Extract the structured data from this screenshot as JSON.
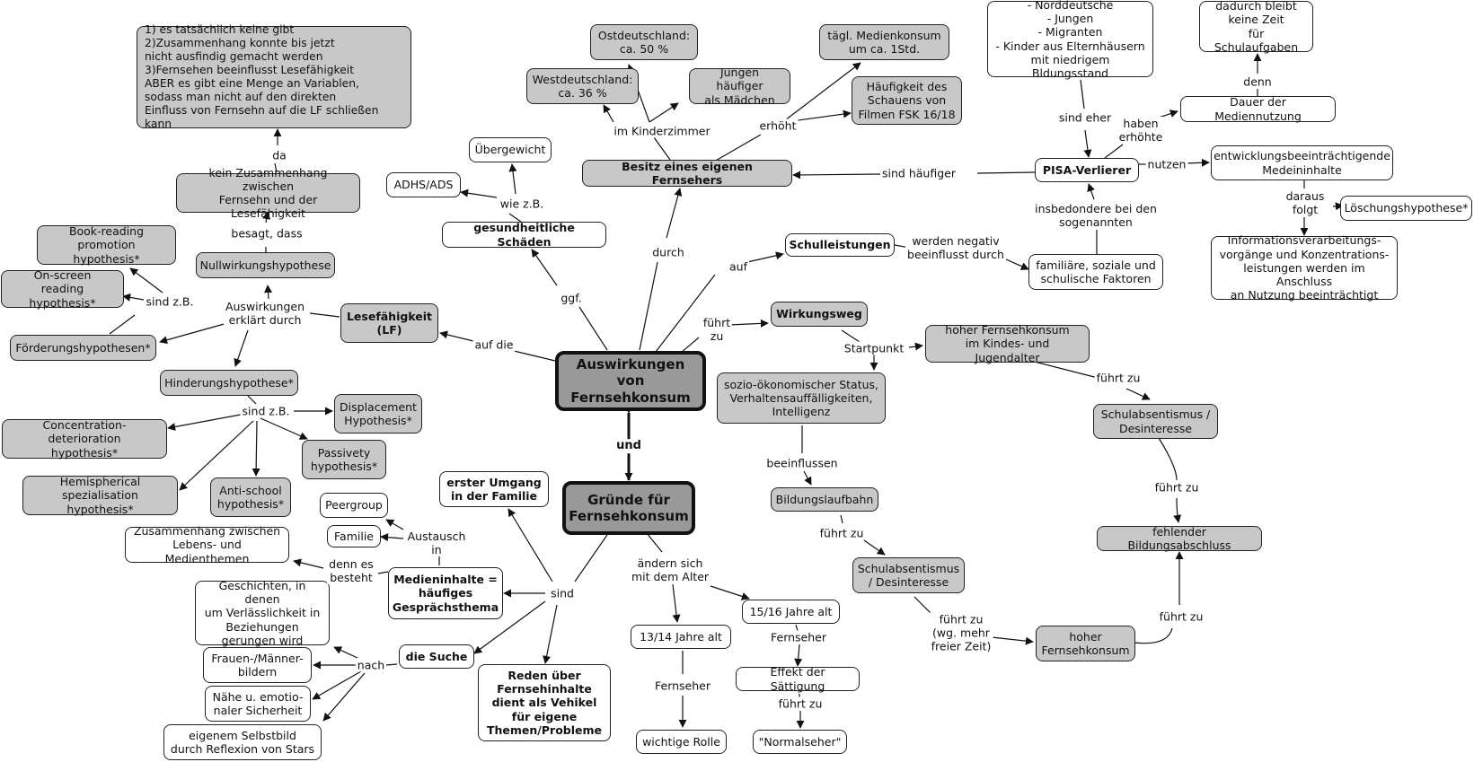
{
  "nodes": {
    "auswirkungen": "Auswirkungen von\nFernsehkonsum",
    "gruende": "Gründe für\nFernsehkonsum",
    "lesefaehigkeit": "Lesefähigkeit\n(LF)",
    "gesundheit": "gesundheitliche Schäden",
    "besitz": "Besitz eines eigenen Fernsehers",
    "schulleistungen": "Schulleistungen",
    "wirkungsweg": "Wirkungsweg",
    "uebergewicht": "Übergewicht",
    "adhs": "ADHS/ADS",
    "gruende_list": "1) es tatsächlich keine gibt\n2)Zusammenhang konnte bis jetzt\nnicht ausfindig gemacht werden\n3)Fernsehen beeinflusst Lesefähigkeit\nABER es gibt eine Menge an Variablen,\nsodass man nicht auf den direkten\nEinfluss von Fernsehn auf die LF schließen kann",
    "kein_zusammenhang": "kein Zusammenhang zwischen\nFernsehn und der Lesefähigkeit",
    "nullwirkung": "Nullwirkungshypothese",
    "book_reading": "Book-reading\npromotion hypothesis*",
    "on_screen": "On-screen\nreading hypothesis*",
    "foerderung": "Förderungshypothesen*",
    "hinderung": "Hinderungshypothese*",
    "concentration": "Concentration-deterioration\nhypothesis*",
    "displacement": "Displacement\nHypothesis*",
    "passivity": "Passivety\nhypothesis*",
    "hemispherical": "Hemispherical\nspezialisation hypothesis*",
    "anti_school": "Anti-school\nhypothesis*",
    "ostdeutschland": "Ostdeutschland:\nca. 50 %",
    "westdeutschland": "Westdeutschland:\nca. 36 %",
    "jungen": "Jungen häufiger\nals Mädchen",
    "medienkonsum": "tägl. Medienkonsum\num ca. 1Std.",
    "fsk": "Häufigkeit des\nSchauens von\nFilmen FSK 16/18",
    "gruppen": "- Norddeutsche\n- Jungen\n- Migranten\n- Kinder aus Elternhäusern\nmit niedrigem Bldungsstand",
    "keine_zeit": "dadurch bleibt\nkeine Zeit\nfür Schulaufgaben",
    "dauer": "Dauer der Mediennutzung",
    "pisa": "PISA-Verlierer",
    "entwicklung": "entwicklungsbeeinträchtigende\nMedeininhalte",
    "loeschung": "Löschungshypothese*",
    "informationsverarbeitung": "Informationsverarbeitungs-\nvorgänge und Konzentrations-\nleistungen werden im Anschluss\nan Nutzung beeinträchtigt",
    "familiaere": "familiäre, soziale und\nschulische Faktoren",
    "hoher_konsum_jung": "hoher Fernsehkonsum\nim Kindes- und Jugendalter",
    "sozio": "sozio-ökonomischer Status,\nVerhaltensauffälligkeiten,\nIntelligenz",
    "schulabsentismus1": "Schulabsentismus /\nDesinteresse",
    "fehlender": "fehlender Bildungsabschluss",
    "bildungslaufbahn": "Bildungslaufbahn",
    "schulabsentismus2": "Schulabsentismus\n/ Desinteresse",
    "hoher_konsum": "hoher\nFernsehkonsum",
    "erster_umgang": "erster Umgang\nin der Familie",
    "peergroup": "Peergroup",
    "familie": "Familie",
    "zusammenhang_themen": "Zusammenhang zwischen\nLebens- und Medienthemen",
    "medieninhalte": "Medieninhalte =\nhäufiges\nGesprächsthema",
    "geschichten": "Geschichten, in denen\num Verlässlichkeit in\nBeziehungen\ngerungen wird",
    "suche": "die Suche",
    "frauen": "Frauen-/Männer-\nbildern",
    "naehe": "Nähe u. emotio-\nnaler Sicherheit",
    "selbstbild": "eigenem Selbstbild\ndurch Reflexion von Stars",
    "reden": "Reden über\nFernsehinhalte\ndient als Vehikel\nfür eigene\nThemen/Probleme",
    "alter1314": "13/14 Jahre alt",
    "alter1516": "15/16 Jahre alt",
    "wichtige_rolle": "wichtige Rolle",
    "saettigung": "Effekt der Sättigung",
    "normalseher": "\"Normalseher\""
  },
  "labels": {
    "und": "und",
    "auf_die": "auf die",
    "ggf": "ggf.",
    "durch": "durch",
    "auf": "auf",
    "fuehrt_zu_main": "führt\nzu",
    "wie_zb": "wie z.B.",
    "da": "da",
    "besagt_dass": "besagt, dass",
    "auswirkungen_erklaert": "Auswirkungen\nerklärt durch",
    "sind_zb_foerderung": "sind z.B.",
    "sind_zb_hinderung": "sind z.B.",
    "im_kinderzimmer": "im Kinderzimmer",
    "erhoeht": "erhöht",
    "sind_haeufiger": "sind häufiger",
    "sind_eher": "sind eher",
    "haben_erhoehte": "haben\nerhöhte",
    "denn": "denn",
    "nutzen": "nutzen",
    "daraus_folgt": "daraus\nfolgt",
    "insbesondere": "insbedondere  bei den\nsogenannten",
    "werden_negativ": "werden negativ\nbeeinflusst durch",
    "startpunkt": "Startpunkt",
    "fuehrt_zu_a": "führt zu",
    "fuehrt_zu_b": "führt zu",
    "beeinflussen": "beeinflussen",
    "fuehrt_zu_c": "führt zu",
    "fuehrt_zu_wg": "führt zu\n(wg. mehr\nfreier Zeit)",
    "fuehrt_zu_d": "führt zu",
    "aendern_sich": "ändern sich\nmit dem Alter",
    "fernseher_a": "Fernseher",
    "fernseher_b": "Fernseher",
    "fuehrt_zu_e": "führt zu",
    "sind": "sind",
    "austausch_in": "Austausch\nin",
    "denn_es_besteht": "denn es\nbesteht",
    "nach": "nach"
  }
}
